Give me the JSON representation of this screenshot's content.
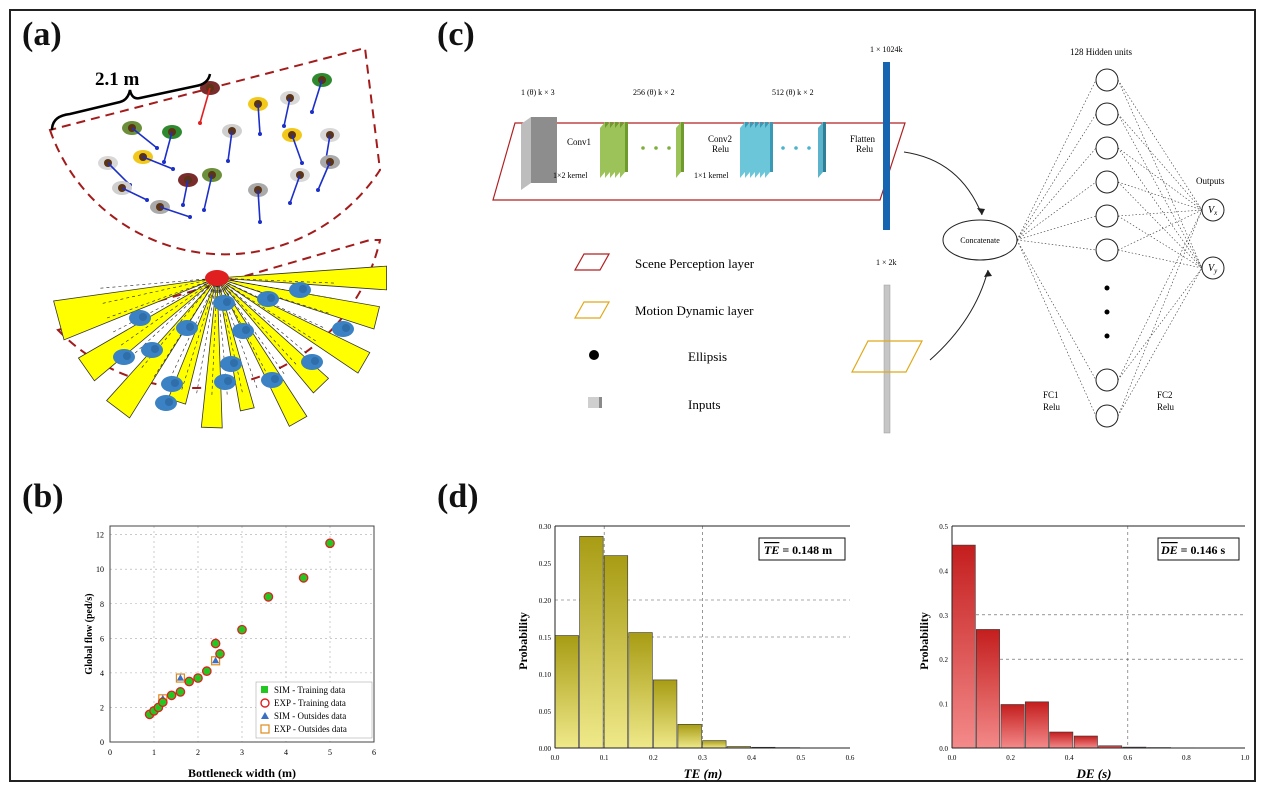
{
  "panel_labels": {
    "a": "(a)",
    "b": "(b)",
    "c": "(c)",
    "d": "(d)"
  },
  "panel_a": {
    "distance_label": "2.1 m",
    "colors": {
      "boundary": "#a31b1b",
      "field_of_view": "#ffff00",
      "pedestrian": "#3b82c4",
      "arrow": "#1c2fc8",
      "focal": "#e02020"
    }
  },
  "panel_b": {
    "chart_data": {
      "type": "scatter",
      "xlabel": "Bottleneck width (m)",
      "ylabel": "Global flow (ped/s)",
      "xlim": [
        0,
        6
      ],
      "ylim": [
        0,
        12.5
      ],
      "xticks": [
        "0",
        "1",
        "2",
        "3",
        "4",
        "5",
        "6"
      ],
      "yticks": [
        "0",
        "2",
        "4",
        "6",
        "8",
        "10",
        "12"
      ],
      "grid": true,
      "legend_position": "bottom-right",
      "series": [
        {
          "name": "SIM - Training data",
          "marker": "square",
          "color": "#22c722",
          "x": [
            0.9,
            1.0,
            1.1,
            1.2,
            1.4,
            1.6,
            1.8,
            2.0,
            2.2,
            2.4,
            2.5,
            3.0,
            3.6,
            4.4,
            5.0
          ],
          "y": [
            1.6,
            1.8,
            2.0,
            2.3,
            2.7,
            2.9,
            3.5,
            3.7,
            4.1,
            5.7,
            5.1,
            6.5,
            8.4,
            9.5,
            11.5
          ]
        },
        {
          "name": "EXP - Training data",
          "marker": "circle",
          "color": "#e02020",
          "x": [
            0.9,
            1.0,
            1.1,
            1.2,
            1.4,
            1.6,
            1.8,
            2.0,
            2.2,
            2.4,
            2.5,
            3.0,
            3.6,
            4.4,
            5.0
          ],
          "y": [
            1.6,
            1.8,
            2.0,
            2.3,
            2.7,
            2.9,
            3.5,
            3.7,
            4.1,
            5.7,
            5.1,
            6.5,
            8.4,
            9.5,
            11.5
          ]
        },
        {
          "name": "SIM - Outsides data",
          "marker": "triangle",
          "color": "#3b6fc4",
          "x": [
            1.2,
            1.6,
            2.4
          ],
          "y": [
            2.5,
            3.7,
            4.7
          ]
        },
        {
          "name": "EXP - Outsides data",
          "marker": "open-square",
          "color": "#e08a1a",
          "x": [
            1.2,
            1.6,
            2.4
          ],
          "y": [
            2.5,
            3.7,
            4.7
          ]
        }
      ]
    }
  },
  "panel_c": {
    "input1_dim": "1 (θ) k × 3",
    "conv1_dim": "256 (θ) k × 2",
    "conv2_dim": "512 (θ) k × 2",
    "flatten_dim": "1 × 1024k",
    "conv1_label": "Conv1",
    "kernel1_label": "1×2 kernel",
    "conv2_label": "Conv2",
    "conv2_act": "Relu",
    "kernel2_label": "1×1 kernel",
    "flatten_label": "Flatten",
    "flatten_act": "Relu",
    "input2_dim": "1 × 2k",
    "concat_label": "Concatenate",
    "hidden_label": "128 Hidden units",
    "outputs_label": "Outputs",
    "output1": "V",
    "output1_sub": "x",
    "output2": "V",
    "output2_sub": "y",
    "fc1_label": "FC1",
    "fc1_act": "Relu",
    "fc2_label": "FC2",
    "fc2_act": "Relu",
    "legend": [
      {
        "label": "Scene Perception layer",
        "icon": "red-parallelogram-icon"
      },
      {
        "label": "Motion Dynamic layer",
        "icon": "yellow-parallelogram-icon"
      },
      {
        "label": "Ellipsis",
        "icon": "black-dot-icon"
      },
      {
        "label": "Inputs",
        "icon": "grey-block-icon"
      }
    ]
  },
  "panel_d": {
    "chart_data": [
      {
        "type": "bar",
        "xlabel": "TE (m)",
        "ylabel": "Probability",
        "annotation": "TE = 0.148 m",
        "annotation_overline": "TE",
        "annotation_rest": " = 0.148 m",
        "xlim": [
          0,
          0.6
        ],
        "ylim": [
          0,
          0.3
        ],
        "xticks": [
          "0.0",
          "0.1",
          "0.2",
          "0.3",
          "0.4",
          "0.5",
          "0.6"
        ],
        "yticks": [
          "0.00",
          "0.05",
          "0.10",
          "0.15",
          "0.20",
          "0.25",
          "0.30"
        ],
        "bin_width": 0.05,
        "bin_starts": [
          0.0,
          0.05,
          0.1,
          0.15,
          0.2,
          0.25,
          0.3,
          0.35,
          0.4,
          0.45
        ],
        "values": [
          0.152,
          0.286,
          0.26,
          0.156,
          0.092,
          0.032,
          0.01,
          0.002,
          0.001,
          0.0005
        ],
        "color": "#b5aa1e",
        "grid": true
      },
      {
        "type": "bar",
        "xlabel": "DE (s)",
        "ylabel": "Probability",
        "annotation": "DE = 0.146 s",
        "annotation_overline": "DE",
        "annotation_rest": " = 0.146 s",
        "xlim": [
          0,
          1.0
        ],
        "ylim": [
          0,
          0.5
        ],
        "xticks": [
          "0.0",
          "0.2",
          "0.4",
          "0.6",
          "0.8",
          "1.0"
        ],
        "yticks": [
          "0.0",
          "0.1",
          "0.2",
          "0.3",
          "0.4",
          "0.5"
        ],
        "bin_width": 0.083,
        "bin_starts": [
          0.0,
          0.083,
          0.167,
          0.25,
          0.333,
          0.417,
          0.5,
          0.583,
          0.667,
          0.75
        ],
        "values": [
          0.457,
          0.267,
          0.098,
          0.104,
          0.036,
          0.027,
          0.005,
          0.002,
          0.001,
          0.0005
        ],
        "color": "#d42a2a",
        "grid": true
      }
    ]
  }
}
